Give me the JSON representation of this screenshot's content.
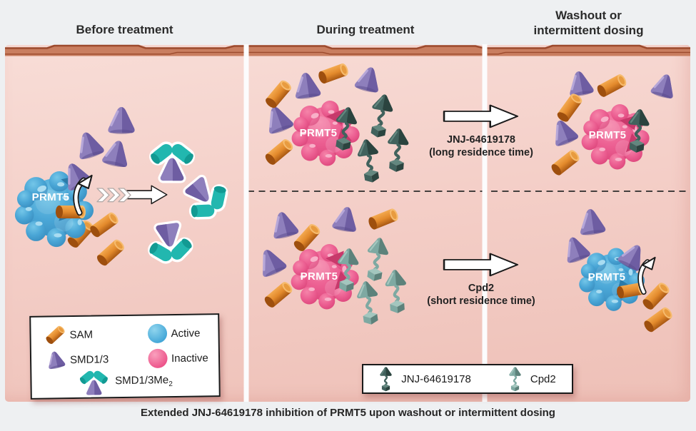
{
  "headers": {
    "before": "Before treatment",
    "during": "During treatment",
    "washout_line1": "Washout or",
    "washout_line2": "intermittent dosing"
  },
  "protein_label": "PRMT5",
  "transition_arrows": {
    "jnj": {
      "compound": "JNJ-64619178",
      "qualifier": "(long residence time)"
    },
    "cpd2": {
      "compound": "Cpd2",
      "qualifier": "(short residence time)"
    }
  },
  "legend_molecules": {
    "sam": "SAM",
    "smd13": "SMD1/3",
    "smd13me2_base": "SMD1/3Me",
    "smd13me2_subscript": "2",
    "active": "Active",
    "inactive": "Inactive"
  },
  "legend_compounds": {
    "jnj": "JNJ-64619178",
    "cpd2": "Cpd2"
  },
  "caption": "Extended JNJ-64619178 inhibition of PRMT5 upon washout or intermittent dosing",
  "colors": {
    "active_blue": "#4aa6d6",
    "inactive_pink": "#ec5f92",
    "sam_orange": "#e38a2c",
    "smd_purple": "#8e7fbc",
    "methyl_teal": "#22b7af",
    "jnj_dark_teal": "#41625d",
    "cpd2_light_teal": "#7ea9a2",
    "membrane_brown": "#c97e60",
    "membrane_line": "#9c4a2d",
    "cell_pink": "#f4cfc8",
    "page_background": "#eef0f2"
  }
}
